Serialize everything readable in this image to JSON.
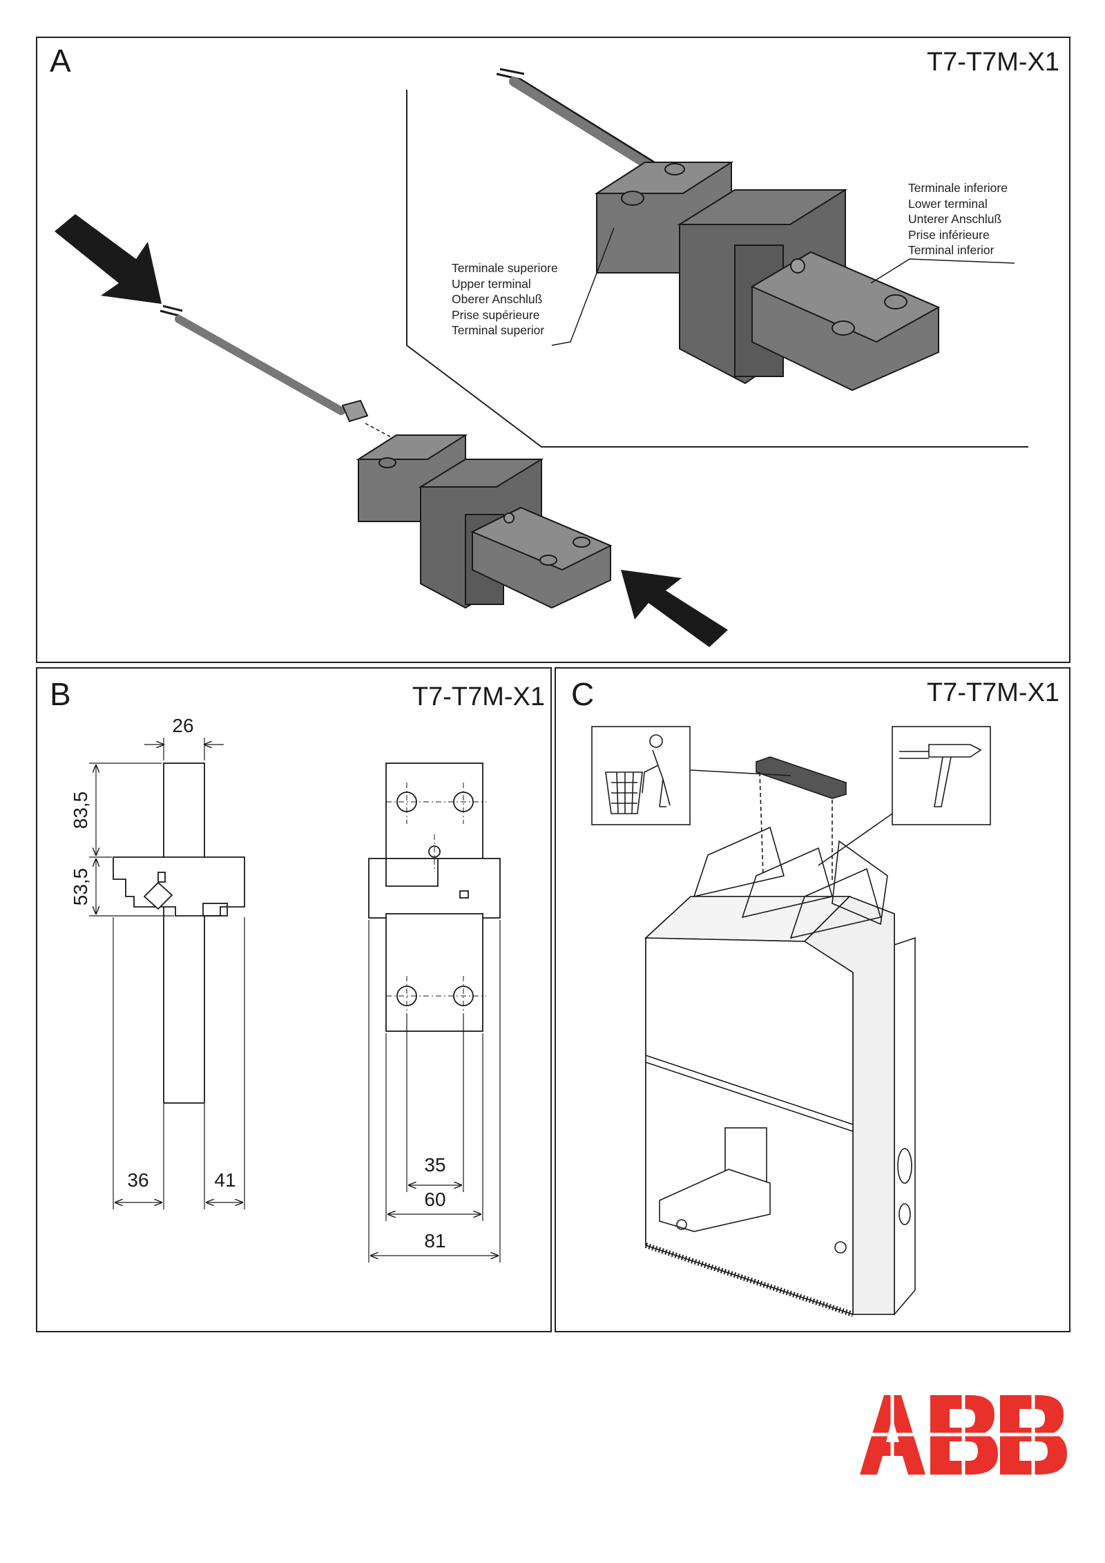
{
  "panel_a": {
    "letter": "A",
    "model": "T7-T7M-X1",
    "upper_terminal": [
      "Terminale superiore",
      "Upper terminal",
      "Oberer Anschluß",
      "Prise supérieure",
      "Terminal superior"
    ],
    "lower_terminal": [
      "Terminale inferiore",
      "Lower terminal",
      "Unterer Anschluß",
      "Prise inférieure",
      "Terminal inferior"
    ]
  },
  "panel_b": {
    "letter": "B",
    "model": "T7-T7M-X1",
    "dimensions": {
      "top_width": "26",
      "upper_height": "83,5",
      "lower_height": "53,5",
      "left_offset": "36",
      "right_offset": "41",
      "hole_spacing": "35",
      "bar_width": "60",
      "total_width": "81"
    }
  },
  "panel_c": {
    "letter": "C",
    "model": "T7-T7M-X1",
    "icons": [
      "waste-bin-icon",
      "hammer-icon"
    ]
  },
  "logo": {
    "text": "ABB",
    "color": "#e8312a"
  },
  "colors": {
    "part_gray": "#7a7a7a",
    "part_dark": "#5a5a5a",
    "line": "#1a1a1a"
  }
}
